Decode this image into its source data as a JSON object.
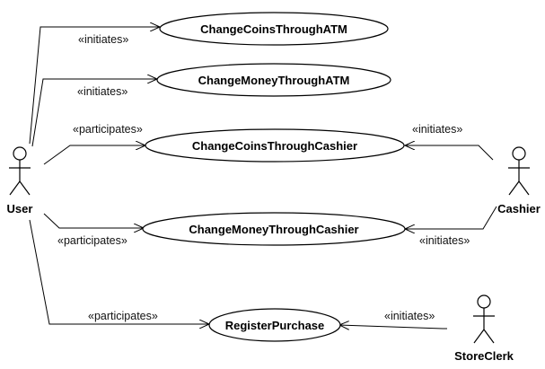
{
  "actors": {
    "user": "User",
    "cashier": "Cashier",
    "store_clerk": "StoreClerk"
  },
  "use_cases": {
    "change_coins_atm": "ChangeCoinsThroughATM",
    "change_money_atm": "ChangeMoneyThroughATM",
    "change_coins_cashier": "ChangeCoinsThroughCashier",
    "change_money_cashier": "ChangeMoneyThroughCashier",
    "register_purchase": "RegisterPurchase"
  },
  "relations": {
    "user_coins_atm": "«initiates»",
    "user_money_atm": "«initiates»",
    "user_coins_cashier": "«participates»",
    "user_money_cashier": "«participates»",
    "user_register": "«participates»",
    "cashier_coins": "«initiates»",
    "cashier_money": "«initiates»",
    "clerk_register": "«initiates»"
  }
}
